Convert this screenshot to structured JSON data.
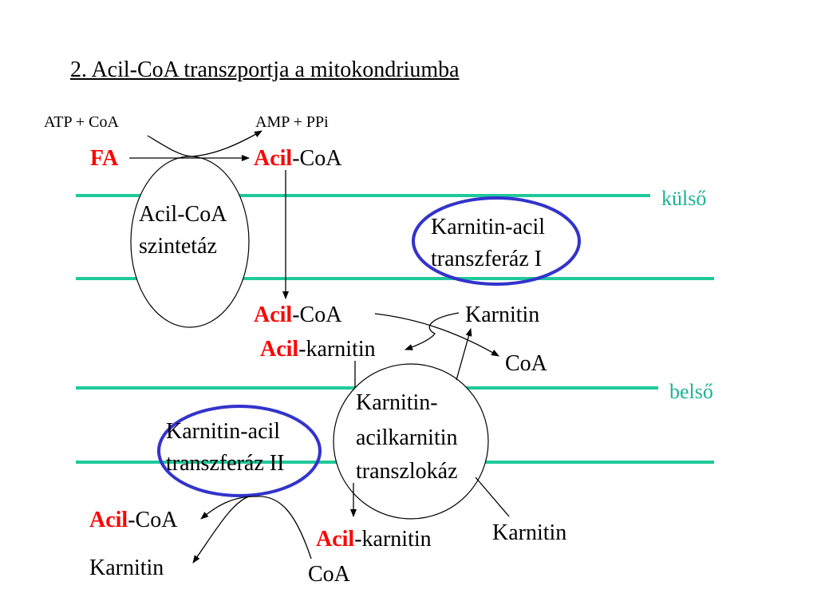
{
  "title": "2. Acil-CoA transzportja a mitokondriumba",
  "colors": {
    "membrane": "#1fc99b",
    "highlight": "#ff0000",
    "enzyme_ring": "#3333cc",
    "text": "#000000"
  },
  "labels": {
    "outer_membrane": "külső",
    "inner_membrane": "belső"
  },
  "top_reaction": {
    "atp_coa": "ATP + CoA",
    "amp_ppi": "AMP + PPi",
    "fa": "FA",
    "acyl_prefix": "Acil",
    "acyl_coa_suffix": "-CoA"
  },
  "enzymes": {
    "synthetase_line1": "Acil-CoA",
    "synthetase_line2": "szintetáz",
    "cat1_line1": "Karnitin-acil",
    "cat1_line2": "transzferáz I",
    "cat2_line1": "Karnitin-acil",
    "cat2_line2": "transzferáz II",
    "translocase_line1": "Karnitin-",
    "translocase_line2": "acilkarnitin",
    "translocase_line3": "transzlokáz"
  },
  "intermembrane": {
    "acyl_prefix": "Acil",
    "acyl_coa_suffix": "-CoA",
    "karnitin": "Karnitin",
    "acyl_karnitin_suffix": "-karnitin",
    "coa": "CoA"
  },
  "matrix": {
    "acyl_prefix": "Acil",
    "acyl_coa_suffix": "-CoA",
    "karnitin_left": "Karnitin",
    "acyl_karnitin_suffix": "-karnitin",
    "coa": "CoA",
    "karnitin_right": "Karnitin"
  }
}
